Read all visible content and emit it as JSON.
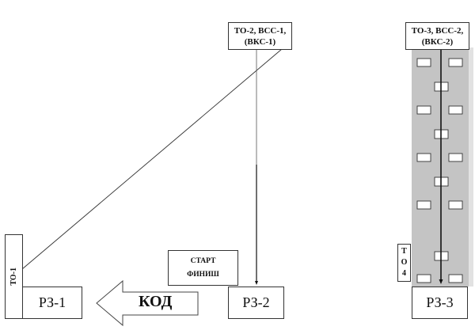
{
  "diagram": {
    "nodes": {
      "to1": {
        "label": "ТО-1"
      },
      "rz1": {
        "label": "РЗ-1"
      },
      "to2": {
        "label_line1": "ТО-2, ВСС-1,",
        "label_line2": "(ВКС-1)"
      },
      "start_finish": {
        "start": "СТАРТ",
        "finish": "ФИНИШ"
      },
      "rz2": {
        "label": "РЗ-2"
      },
      "kod_arrow": {
        "label": "КОД",
        "direction": "left"
      },
      "to3": {
        "label_line1": "ТО-3, ВСС-2,",
        "label_line2": "(ВКС-2)"
      },
      "to4": {
        "letters": [
          "Т",
          "О",
          "4"
        ]
      },
      "rz3": {
        "label": "РЗ-3"
      }
    },
    "edges": [
      {
        "from": "to1",
        "to": "to2",
        "style": "thin-line"
      },
      {
        "from": "to2",
        "to": "rz2",
        "style": "arrow"
      },
      {
        "from": "to3",
        "to": "rz3",
        "style": "arrow"
      }
    ],
    "colors": {
      "strip": "#c4c4c4",
      "strip_edge": "#e2e2e2",
      "line": "#111111"
    }
  }
}
